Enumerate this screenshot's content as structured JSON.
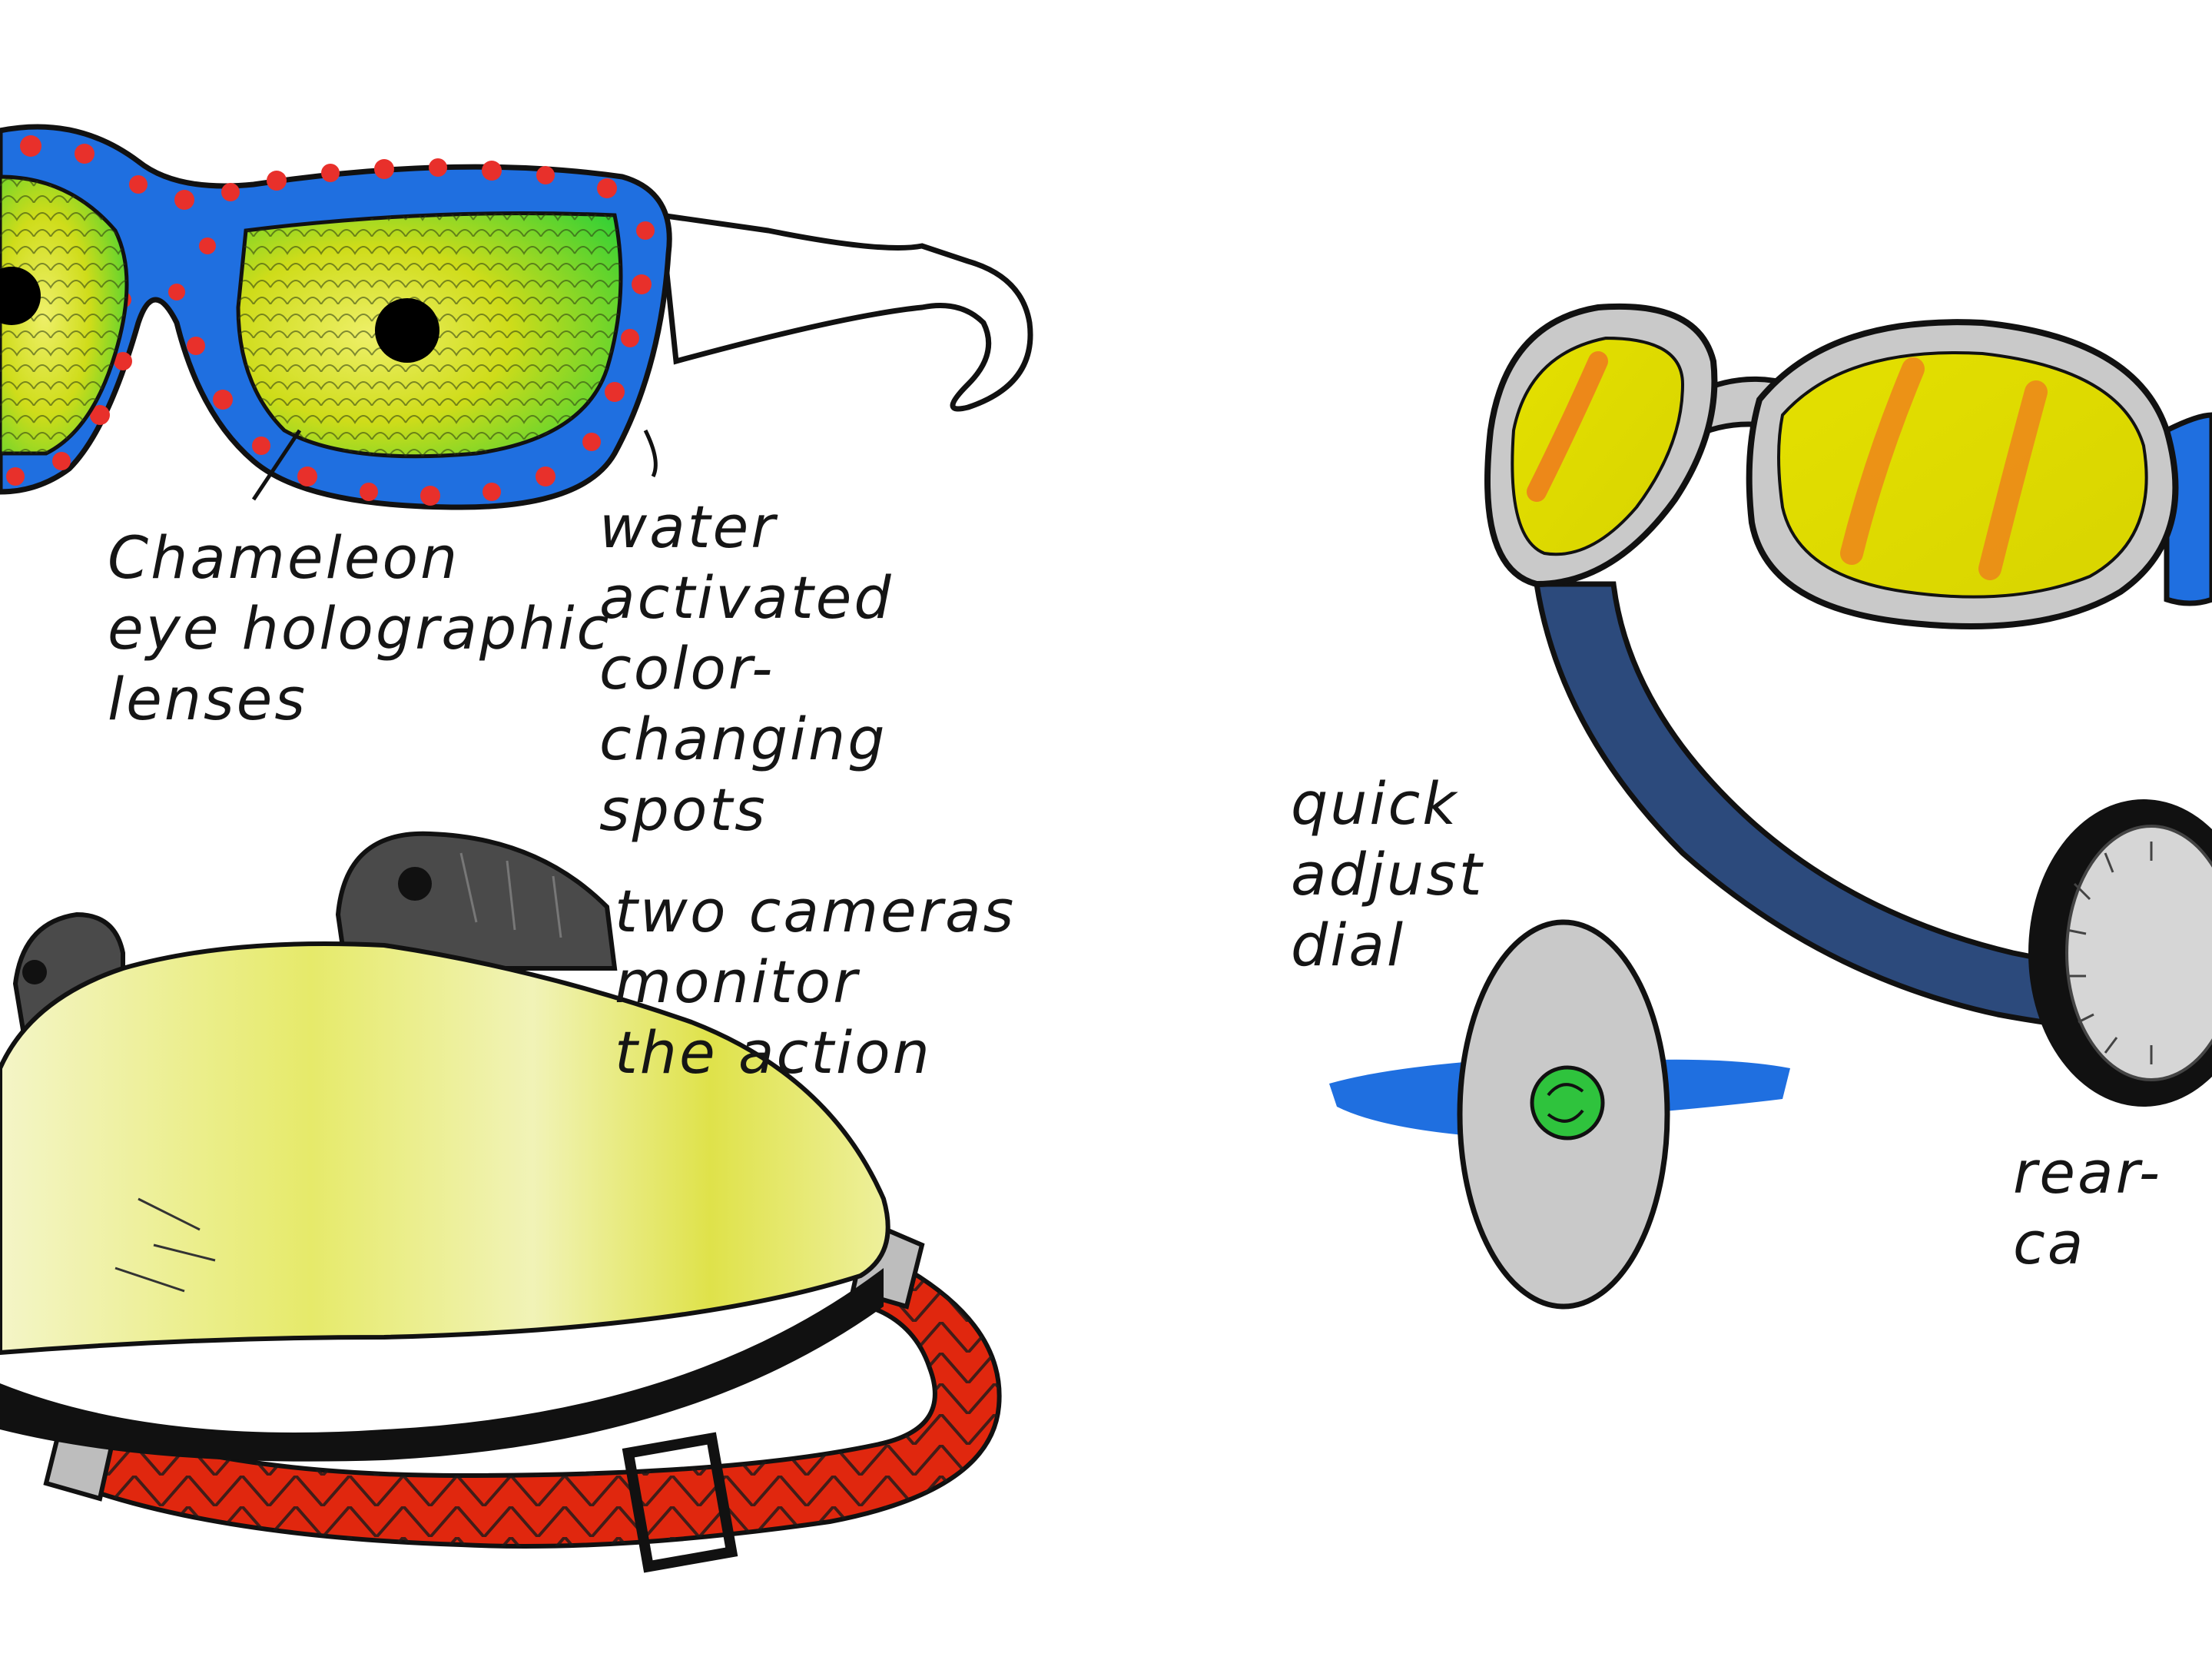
{
  "annotations": {
    "chameleon_lenses": "Chameleon\neye holographic\nlenses",
    "water_spots": "water activated\ncolor-changing\nspots",
    "two_cameras": "two cameras\nmonitor\nthe action",
    "quick_dial": "quick\nadjust\ndial",
    "rear_camera": "rear-\nca"
  },
  "colors": {
    "frame_blue": "#1f6fe0",
    "dot_red": "#e8302b",
    "lens_yellow": "#dfe012",
    "lens_green": "#37d437",
    "strap_navy": "#2c4a7c",
    "strap_red": "#e0270e",
    "goggle_gray": "#c9c9c9",
    "lens_orange": "#f07a1e",
    "knob_green": "#2fc33d",
    "camera_gray": "#4a4a4a"
  }
}
